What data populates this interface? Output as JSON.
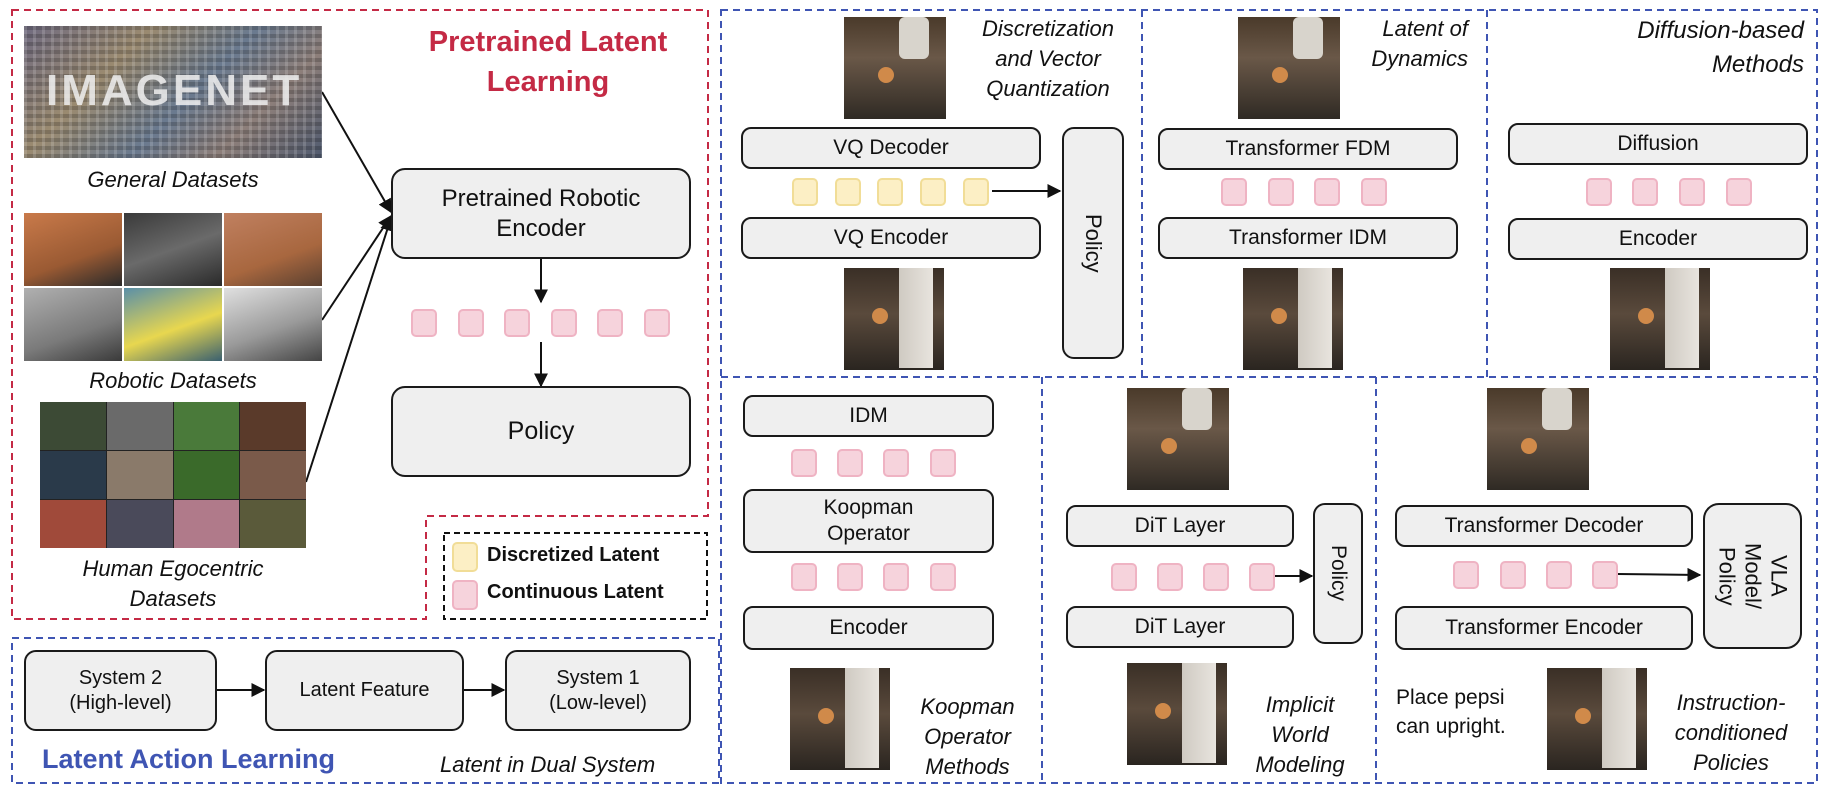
{
  "colors": {
    "red_dash": "#c42a45",
    "blue_dash": "#3f55b3",
    "title_red": "#c42a45",
    "title_blue": "#3f55b3",
    "continuous": "#f6d3dc",
    "discretized": "#fcefc5"
  },
  "pretrained": {
    "title_line1": "Pretrained Latent",
    "title_line2": "Learning",
    "general_label": "General Datasets",
    "imagenet_logo": "IMAGENET",
    "robotic_label": "Robotic Datasets",
    "human_label_line1": "Human Egocentric",
    "human_label_line2": "Datasets",
    "encoder_line1": "Pretrained Robotic",
    "encoder_line2": "Encoder",
    "policy": "Policy"
  },
  "legend": {
    "discretized": "Discretized Latent",
    "continuous": "Continuous Latent"
  },
  "dual": {
    "system2_line1": "System 2",
    "system2_line2": "(High-level)",
    "latent_feature": "Latent Feature",
    "system1_line1": "System 1",
    "system1_line2": "(Low-level)",
    "section_title": "Latent Action Learning",
    "caption": "Latent in Dual System"
  },
  "vq": {
    "caption_line1": "Discretization",
    "caption_line2": "and Vector",
    "caption_line3": "Quantization",
    "decoder": "VQ Decoder",
    "encoder": "VQ Encoder",
    "policy": "Policy"
  },
  "dynamics": {
    "caption_line1": "Latent of",
    "caption_line2": "Dynamics",
    "fdm": "Transformer FDM",
    "idm": "Transformer IDM"
  },
  "diffusion": {
    "caption_line1": "Diffusion-based",
    "caption_line2": "Methods",
    "top": "Diffusion",
    "bottom": "Encoder"
  },
  "koopman": {
    "idm": "IDM",
    "operator_line1": "Koopman",
    "operator_line2": "Operator",
    "encoder": "Encoder",
    "caption_line1": "Koopman",
    "caption_line2": "Operator",
    "caption_line3": "Methods"
  },
  "implicit": {
    "top": "DiT Layer",
    "bottom": "DiT Layer",
    "policy": "Policy",
    "caption_line1": "Implicit",
    "caption_line2": "World",
    "caption_line3": "Modeling"
  },
  "instruction": {
    "decoder": "Transformer Decoder",
    "encoder": "Transformer Encoder",
    "vla_line1": "VLA",
    "vla_line2": "Model/",
    "vla_line3": "Policy",
    "instruction_line1": "Place pepsi",
    "instruction_line2": "can upright.",
    "caption_line1": "Instruction-",
    "caption_line2": "conditioned",
    "caption_line3": "Policies"
  }
}
